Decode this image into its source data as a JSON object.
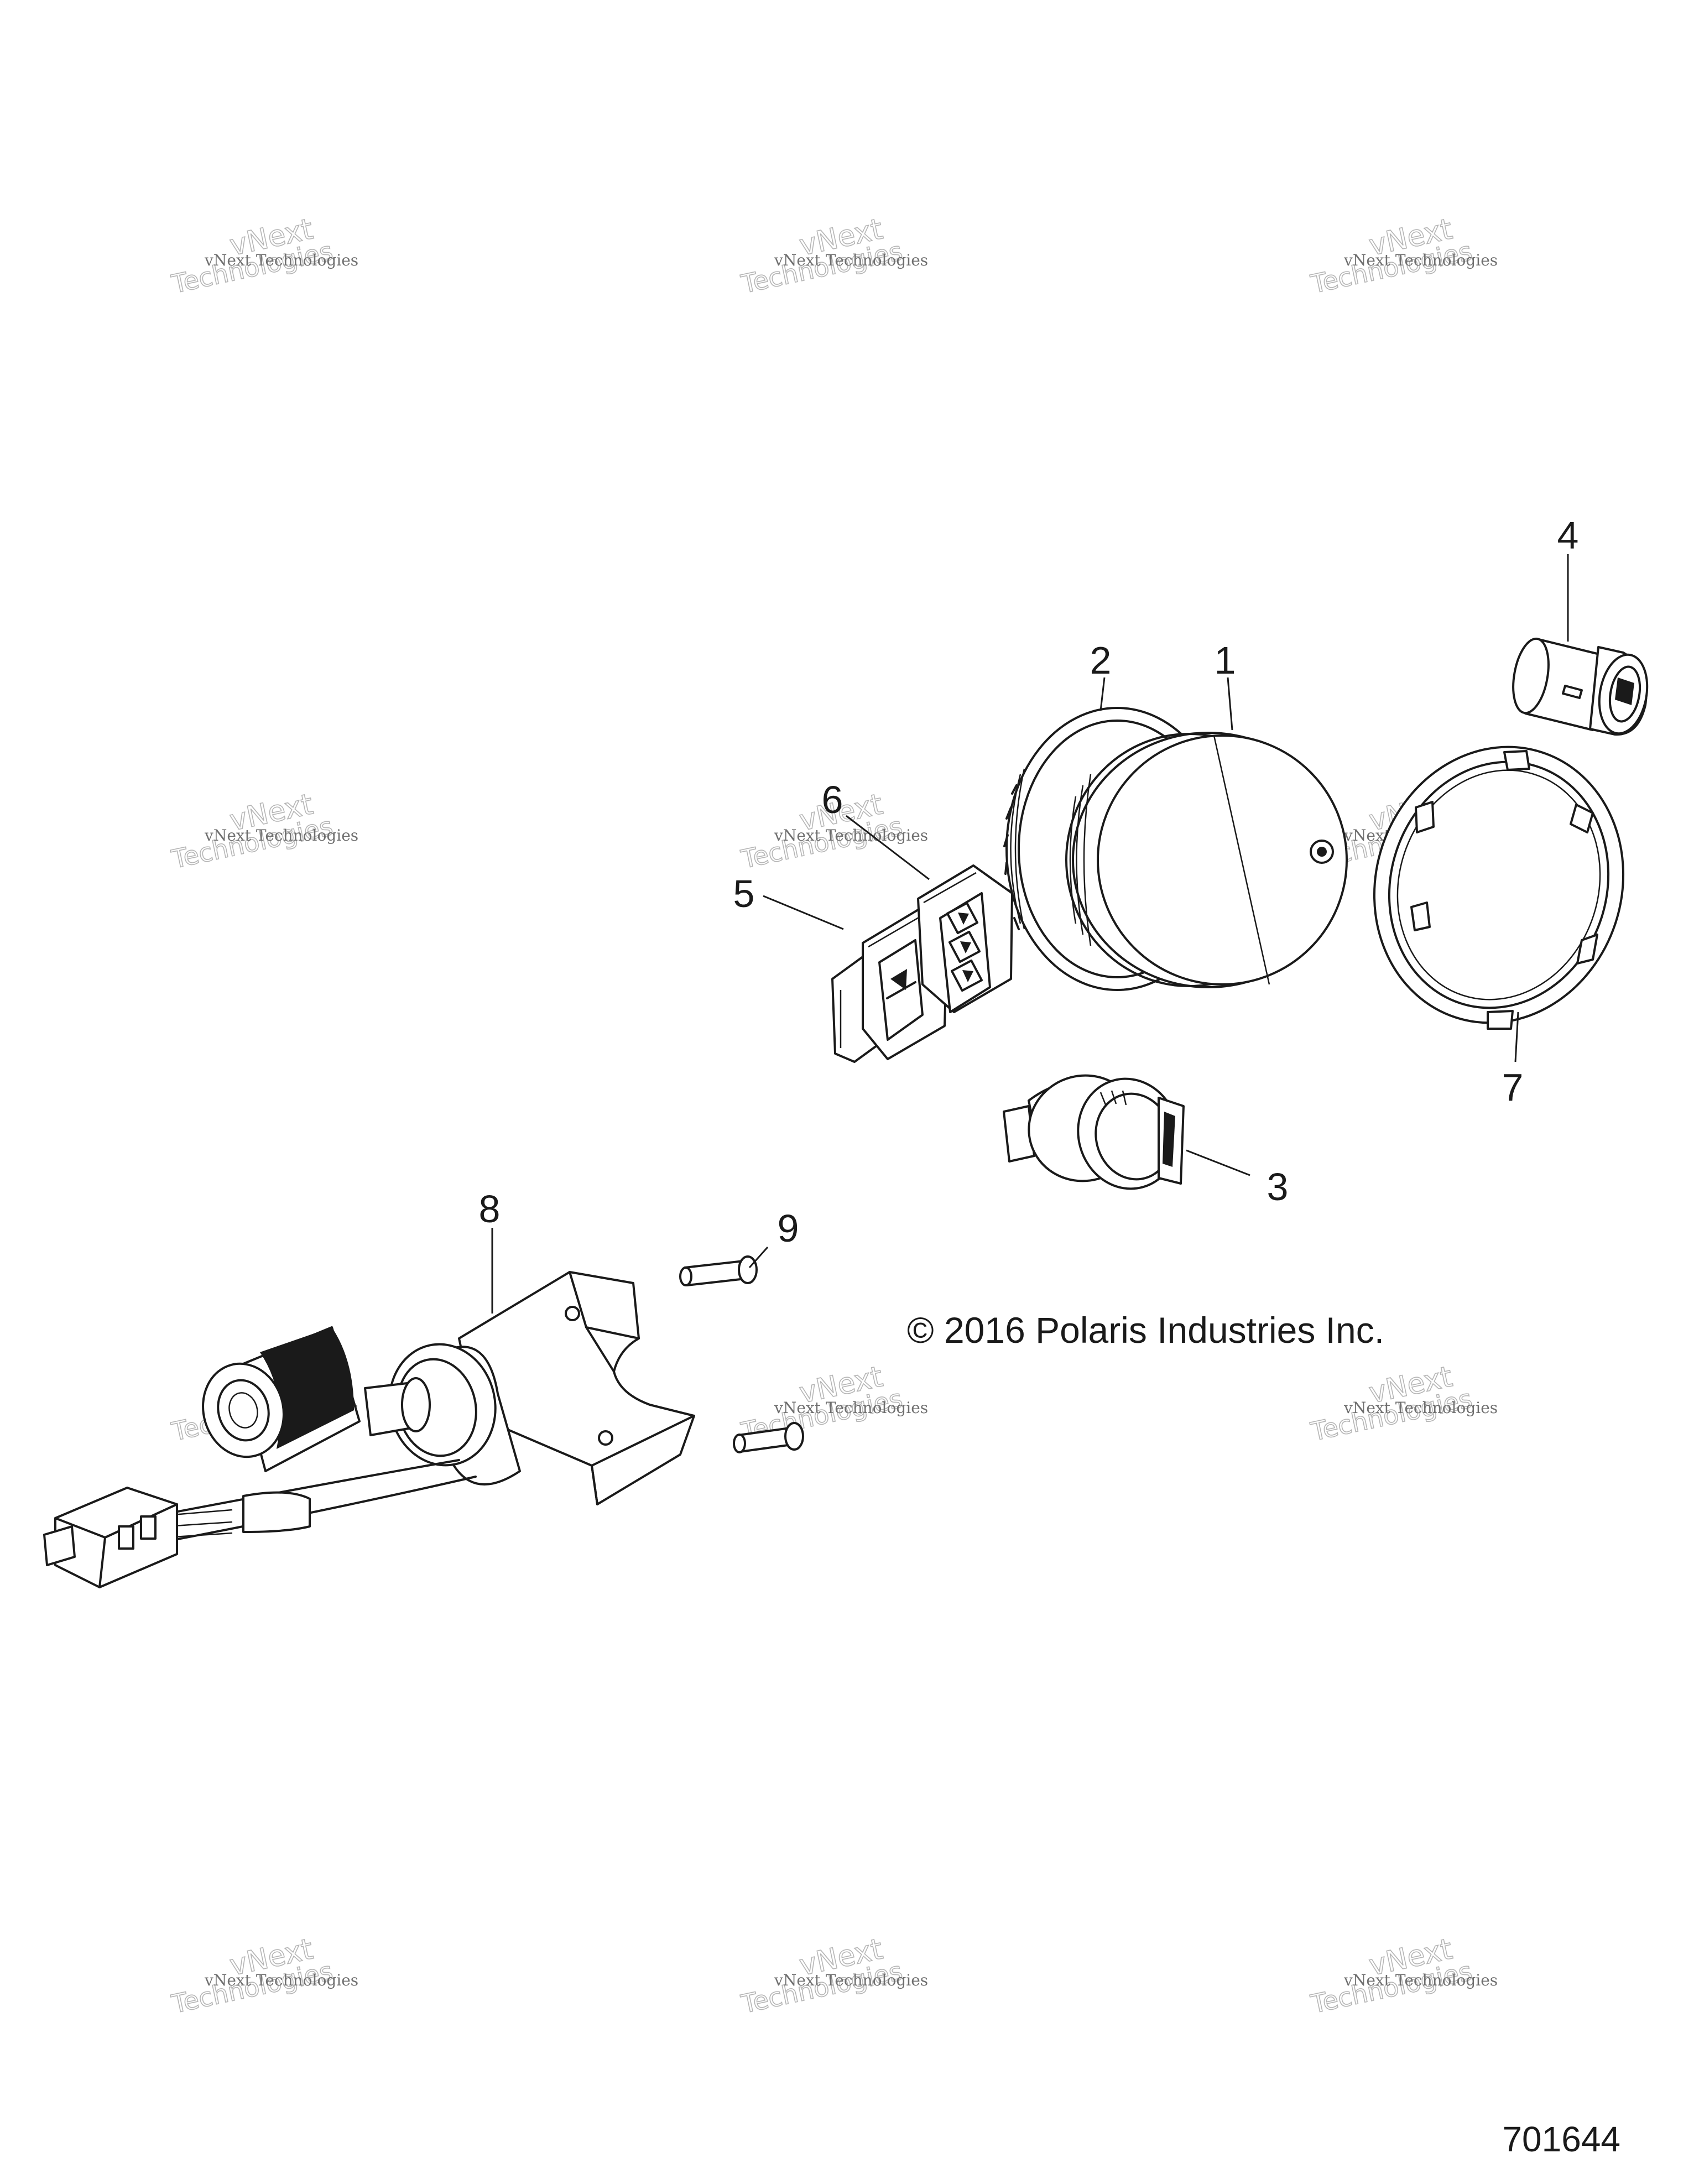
{
  "callouts": [
    {
      "id": "1",
      "label": "1"
    },
    {
      "id": "2",
      "label": "2"
    },
    {
      "id": "3",
      "label": "3"
    },
    {
      "id": "4",
      "label": "4"
    },
    {
      "id": "5",
      "label": "5"
    },
    {
      "id": "6",
      "label": "6"
    },
    {
      "id": "7",
      "label": "7"
    },
    {
      "id": "8",
      "label": "8"
    },
    {
      "id": "9",
      "label": "9"
    }
  ],
  "copyright": "© 2016 Polaris Industries Inc.",
  "document_number": "701644",
  "watermark": {
    "line1": "vNext Technologies",
    "line2": "vNext",
    "line3": "Technologies"
  }
}
